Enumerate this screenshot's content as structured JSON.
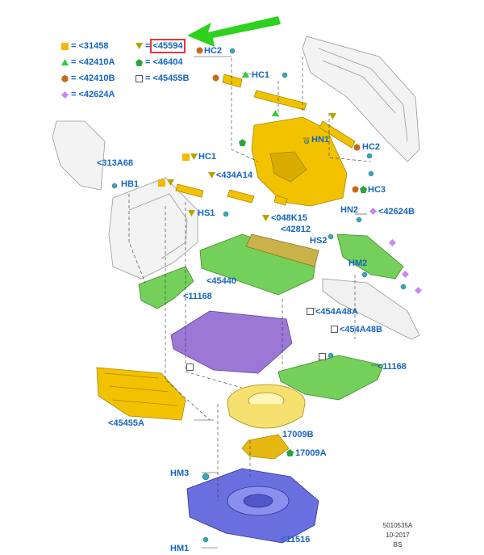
{
  "legend": [
    {
      "symbol": "square",
      "color": "#f5b800",
      "text": "= <31458"
    },
    {
      "symbol": "triangle-down",
      "color": "#b5a200",
      "text": "= <45594",
      "highlight": true
    },
    {
      "symbol": "triangle-up",
      "color": "#2ecc40",
      "text": "= <42410A"
    },
    {
      "symbol": "pentagon",
      "color": "#2aa63a",
      "text": "= <46404"
    },
    {
      "symbol": "circle",
      "color": "#c46a1a",
      "text": "= <42410B"
    },
    {
      "symbol": "square-outline",
      "color": "#555555",
      "text": "= <45455B"
    },
    {
      "symbol": "diamond",
      "color": "#c58af0",
      "text": "= <42624A"
    }
  ],
  "callouts": {
    "hc2_top": "HC2",
    "hc1_top": "HC1",
    "hn1": "HN1",
    "hc2_right": "HC2",
    "hc3": "HC3",
    "p313a68": "<313A68",
    "hb1": "HB1",
    "hc1_left": "HC1",
    "p434a14": "<434A14",
    "hs1": "HS1",
    "p048k15": "<048K15",
    "p42812": "<42812",
    "hn2": "HN2",
    "p42624b": "<42624B",
    "hs2": "HS2",
    "hm2": "HM2",
    "p45440": "<45440",
    "p11168_left": "<11168",
    "p454a48a": "<454A48A",
    "p454a48b": "<454A48B",
    "p11168_right": "<11168",
    "p45455a": "<45455A",
    "p17009b": "17009B",
    "p17009a": "17009A",
    "hm3": "HM3",
    "p11516": "<11516",
    "hm1": "HM1"
  },
  "footer": {
    "ref": "5010535A",
    "date": "10-2017",
    "code": "BS"
  },
  "colors": {
    "label": "#1565c0",
    "yellow": "#f2c200",
    "green": "#74d05a",
    "purple": "#9b78d6",
    "blue": "#6a6fe0",
    "arrow": "#2ed11e"
  }
}
